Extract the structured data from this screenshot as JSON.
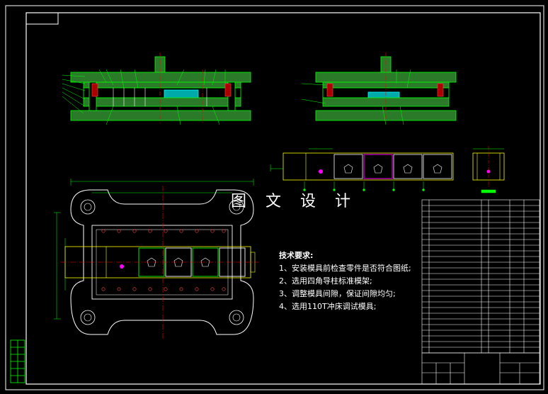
{
  "watermark": "图 文 设 计",
  "technical_requirements": {
    "title": "技术要求:",
    "items": [
      "1、安装模具前检查零件是否符合图纸;",
      "2、选用四角导柱标准模架;",
      "3、调整模具间隙，保证间隙均匀;",
      "4、选用110T冲床调试模具;"
    ]
  },
  "colors": {
    "background": "#000000",
    "frame": "#ffffff",
    "dimension": "#00ff00",
    "centerline": "#ff0000",
    "hatch_green": "#00ff66",
    "hatch_cyan": "#00dddd",
    "part": "#ffff00",
    "strip_highlight": "#ff00ff",
    "annotation": "#ffffff"
  }
}
